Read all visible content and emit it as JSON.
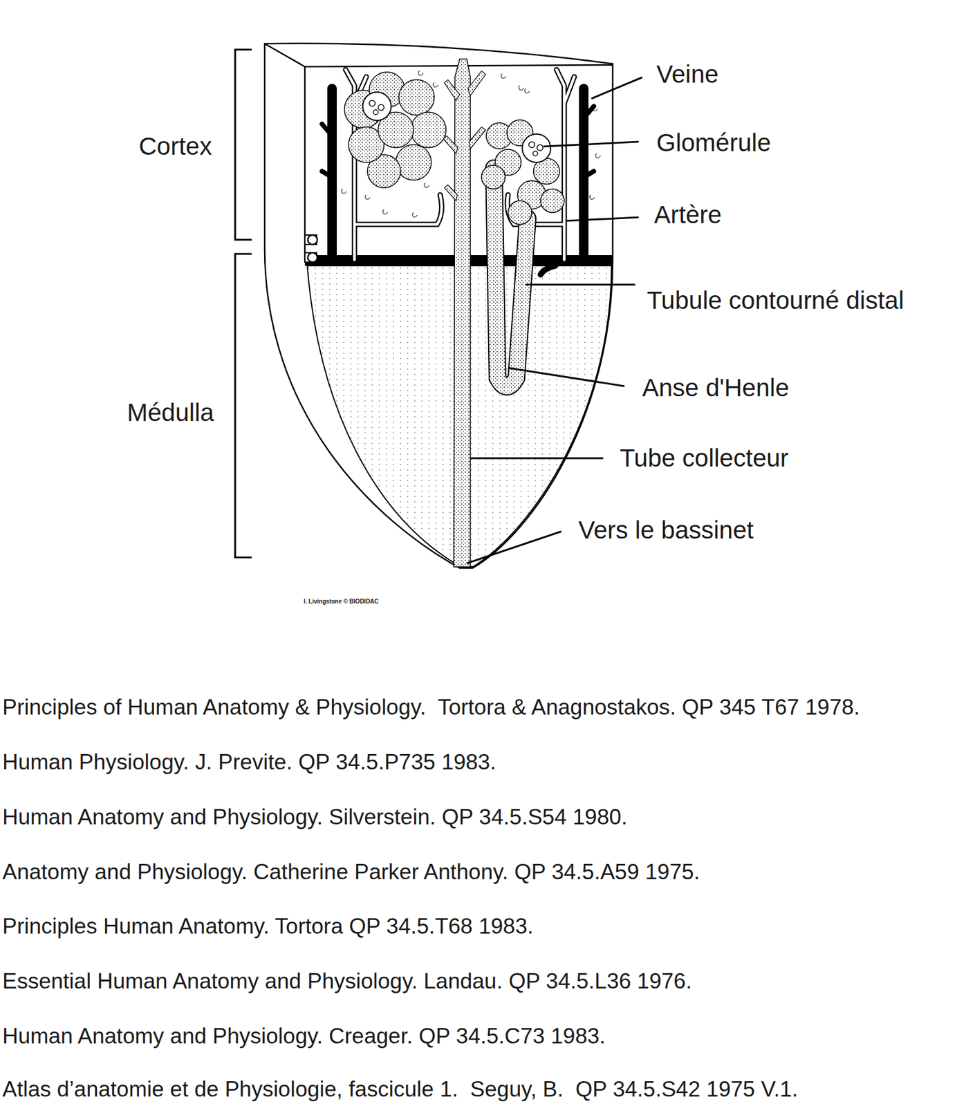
{
  "diagram": {
    "labels": [
      "Veine",
      "Cortex",
      "Glomérule",
      "Artère",
      "Tubule contourné distal",
      "Médulla",
      "Anse d'Henle",
      "Tube collecteur",
      "Vers le bassinet",
      "I. Livingstone © BIODIDAC",
      "Principles of Human Anatomy & Physiology.  Tortora & Anagnostakos. QP 345 T67 1978.",
      "Human Physiology. J. Previte. QP 34.5.P735 1983.",
      "Human Anatomy and Physiology. Silverstein. QP 34.5.S54 1980.",
      "Anatomy and Physiology. Catherine Parker Anthony. QP 34.5.A59 1975.",
      "Principles Human Anatomy. Tortora QP 34.5.T68 1983.",
      "Essential Human Anatomy and Physiology. Landau. QP 34.5.L36 1976.",
      "Human Anatomy and Physiology. Creager. QP 34.5.C73 1983.",
      "Atlas d’anatomie et de Physiologie, fascicule 1.  Seguy, B.  QP 34.5.S42 1975 V.1."
    ]
  }
}
